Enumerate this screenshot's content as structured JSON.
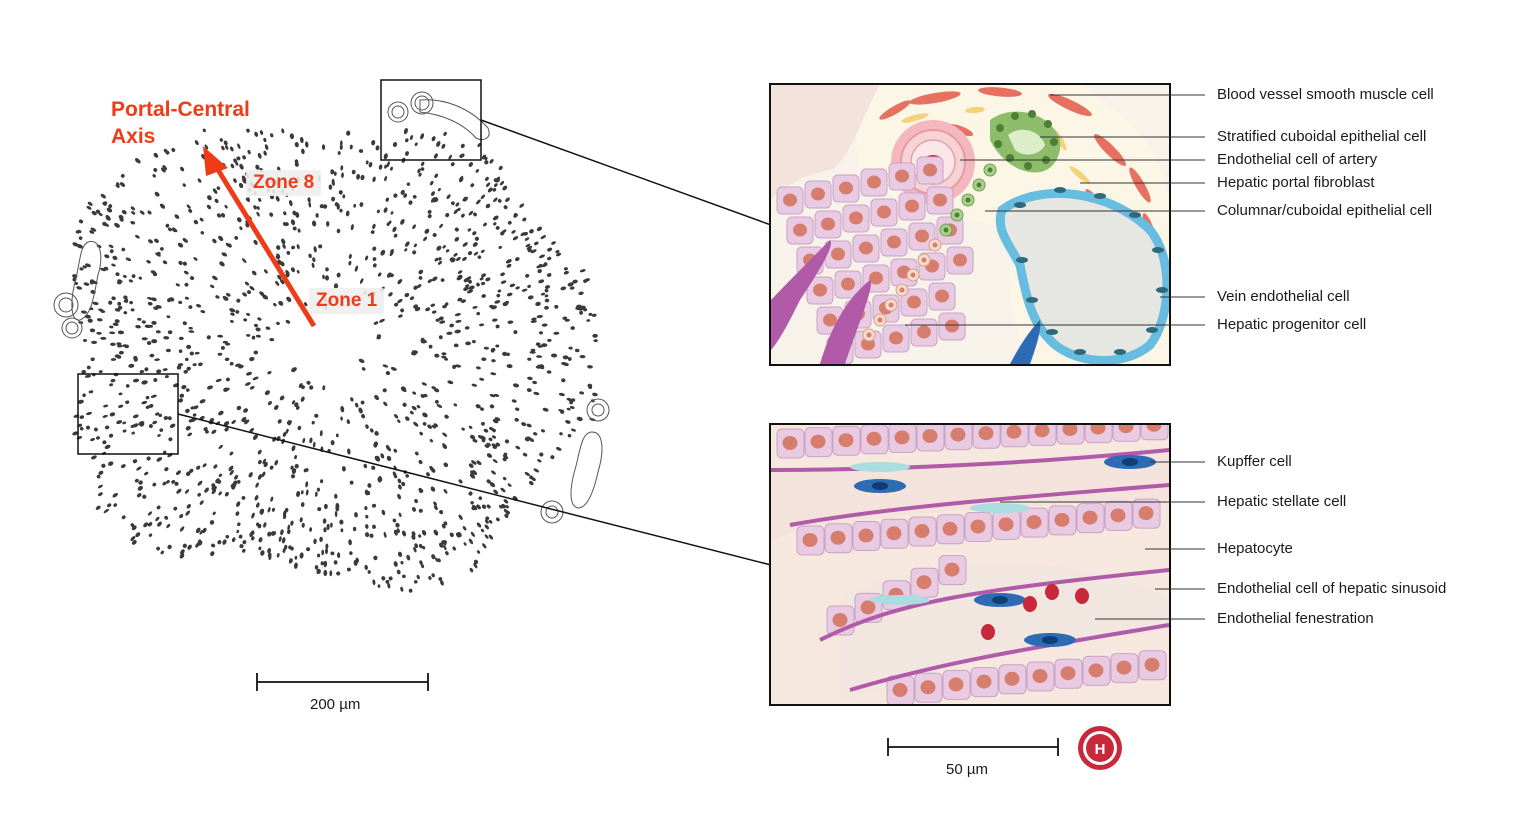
{
  "axis_title_line1": "Portal-Central",
  "axis_title_line2": "Axis",
  "zones": {
    "zone8": "Zone 8",
    "zone1": "Zone 1"
  },
  "scale_bars": {
    "left": "200 µm",
    "right": "50 µm"
  },
  "logo_letter": "H",
  "colors": {
    "accent": "#ee3b18",
    "nuclei": "#3a3a3a",
    "hepatocyte": "#e8cbe3",
    "hepatocyte_nucleus": "#d77d6e",
    "endothelium": "#b05aa8",
    "vein_endothelium": "#66bde0",
    "kupffer": "#2d6bb5",
    "stellate": "#a9dde0",
    "cholangiocyte": "#8dbd6b",
    "smooth_muscle": "#e77060",
    "logo": "#c8283a"
  },
  "top_panel_labels": [
    "Blood vessel smooth muscle cell",
    "Stratified cuboidal epithelial cell",
    "Endothelial cell of artery",
    "Hepatic portal fibroblast",
    "Columnar/cuboidal epithelial cell",
    "Vein endothelial cell",
    "Hepatic progenitor cell"
  ],
  "bottom_panel_labels": [
    "Kupffer cell",
    "Hepatic stellate cell",
    "Hepatocyte",
    "Endothelial  cell of hepatic sinusoid",
    "Endothelial fenestration"
  ]
}
